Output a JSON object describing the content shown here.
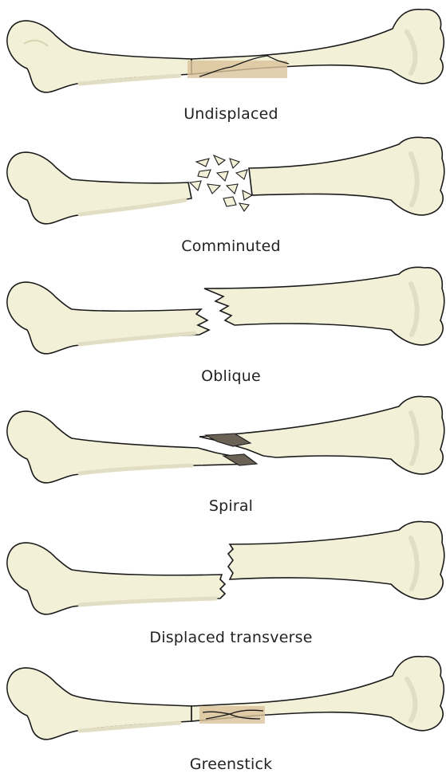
{
  "colors": {
    "bone_fill": "#f3f0d8",
    "bone_outline": "#1a1a1a",
    "bone_shadow": "#e2dec3",
    "fracture_tint": "#d9c39b",
    "fragment_dark": "#6b6256"
  },
  "fractures": [
    {
      "id": "undisplaced",
      "label": "Undisplaced"
    },
    {
      "id": "comminuted",
      "label": "Comminuted"
    },
    {
      "id": "oblique",
      "label": "Oblique"
    },
    {
      "id": "spiral",
      "label": "Spiral"
    },
    {
      "id": "displaced-transverse",
      "label": "Displaced transverse"
    },
    {
      "id": "greenstick",
      "label": "Greenstick"
    }
  ]
}
